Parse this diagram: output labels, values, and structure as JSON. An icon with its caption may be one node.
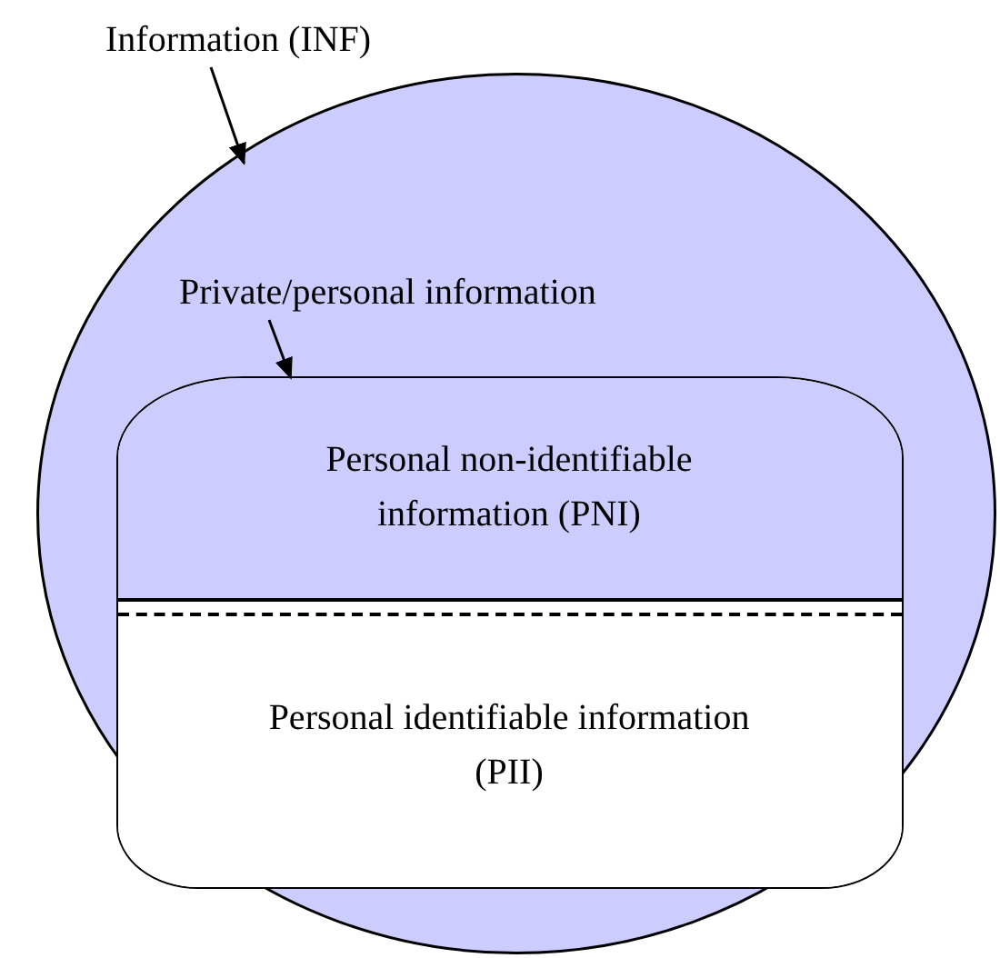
{
  "diagram": {
    "nodes": [
      {
        "text": [
          "Information (INF)"
        ]
      },
      {
        "text": [],
        "shape": "ellipse"
      },
      {
        "text": [
          "Private/personal information"
        ],
        "in": 1
      },
      {
        "text": [],
        "shape": "box",
        "in": 1
      },
      {
        "text": [
          "Personal non-identifiable information (PNI)"
        ],
        "in": 3
      },
      {
        "text": [
          "Personal identifiable information (PII)"
        ],
        "in": 3
      }
    ],
    "edges": [
      {
        "from": 0,
        "to": 1,
        "arrow": "to"
      },
      {
        "from": 2,
        "to": 3,
        "arrow": "to"
      }
    ]
  }
}
